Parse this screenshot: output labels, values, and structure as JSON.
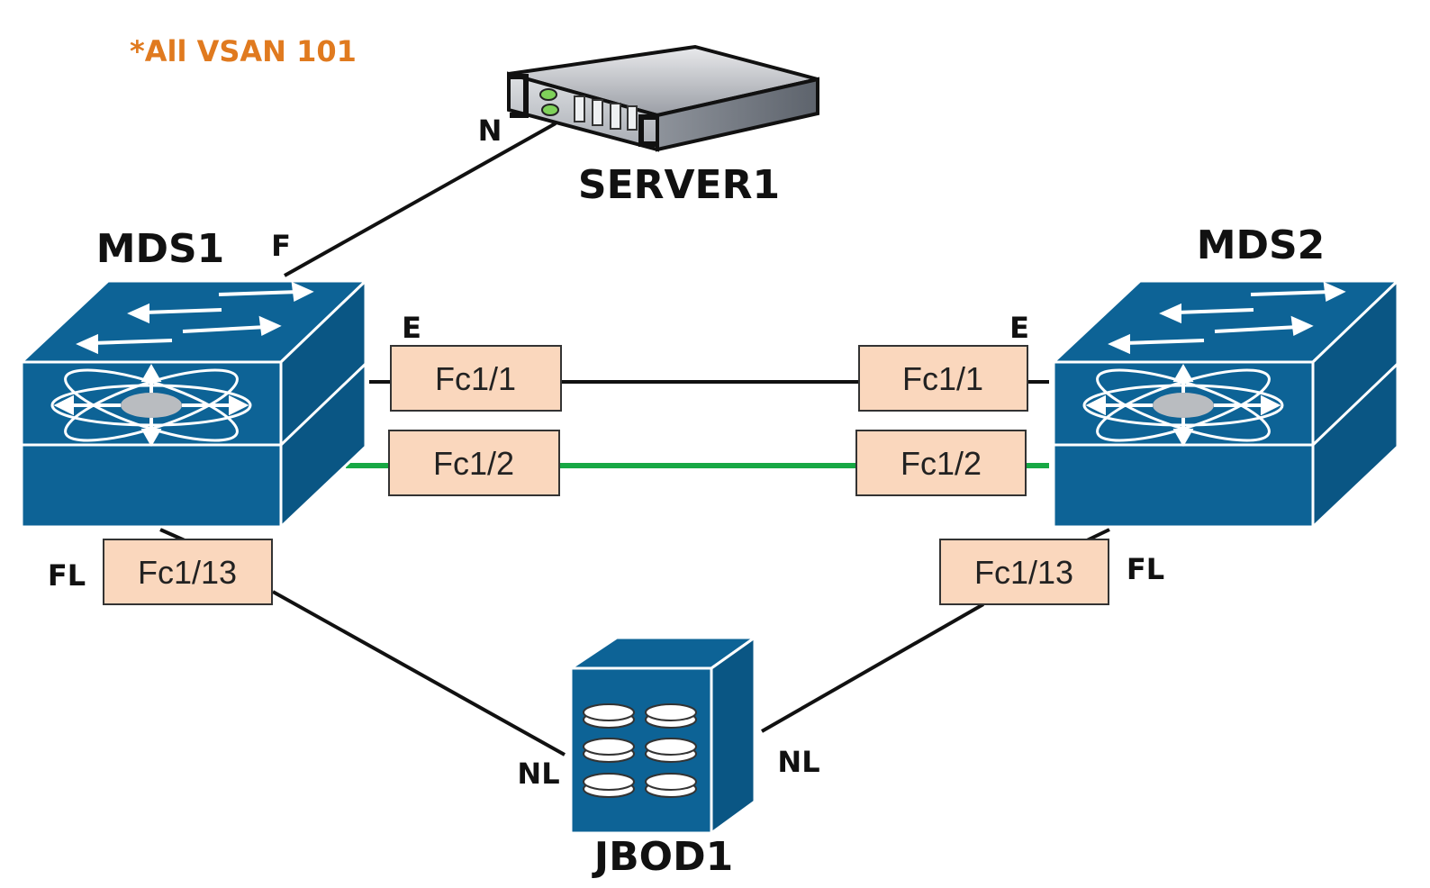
{
  "note": {
    "text": "*All VSAN 101",
    "color": "#e07a1f"
  },
  "devices": {
    "server": {
      "name": "SERVER1",
      "icon": "rack-server-icon"
    },
    "mds1": {
      "name": "MDS1",
      "icon": "mds-switch-icon"
    },
    "mds2": {
      "name": "MDS2",
      "icon": "mds-switch-icon"
    },
    "jbod": {
      "name": "JBOD1",
      "icon": "jbod-storage-icon"
    }
  },
  "port_types": {
    "server_n": "N",
    "mds1_f": "F",
    "mds1_e": "E",
    "mds2_e": "E",
    "mds1_fl": "FL",
    "mds2_fl": "FL",
    "jbod_nl_left": "NL",
    "jbod_nl_right": "NL"
  },
  "interfaces": {
    "mds1_fc1_1": "Fc1/1",
    "mds1_fc1_2": "Fc1/2",
    "mds2_fc1_1": "Fc1/1",
    "mds2_fc1_2": "Fc1/2",
    "mds1_fc1_13": "Fc1/13",
    "mds2_fc1_13": "Fc1/13"
  },
  "colors": {
    "switch_blue": "#0d6396",
    "port_box_fill": "#fad7bd",
    "link_black": "#111111",
    "link_green": "#17a844"
  }
}
